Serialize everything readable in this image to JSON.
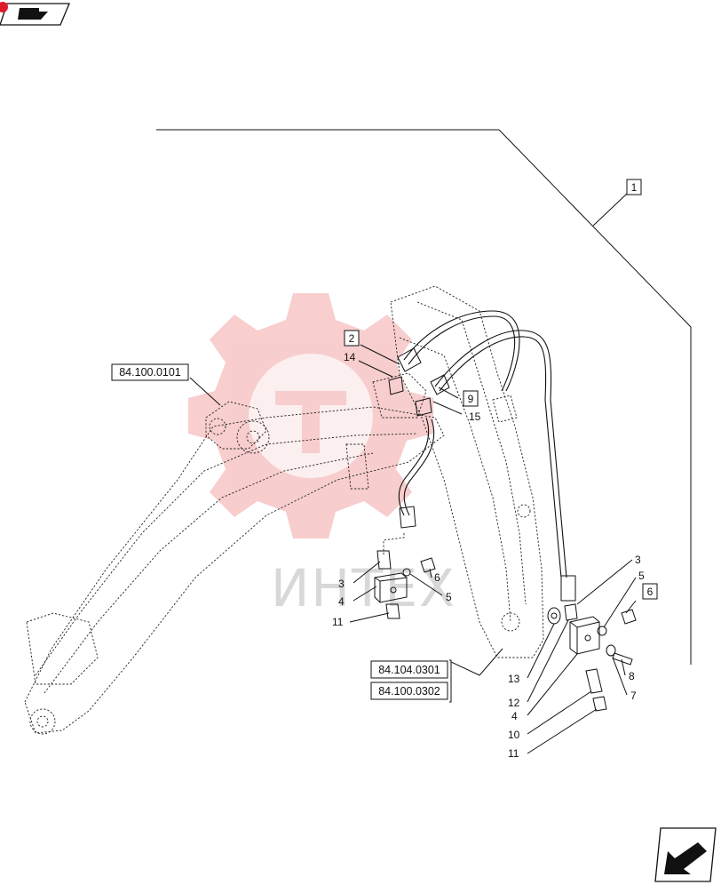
{
  "nav": {
    "top_icon": "book-arrow-icon",
    "bottom_icon": "next-page-arrow-icon"
  },
  "watermark": {
    "text": "ИНТЕХ",
    "color": "#f2a6a6"
  },
  "refs": {
    "r1": "84.100.0101",
    "r2": "84.104.0301",
    "r3": "84.100.0302"
  },
  "boxed": {
    "b1": "1",
    "b2": "2",
    "b9": "9",
    "b6": "6"
  },
  "callouts": {
    "c14": "14",
    "c15": "15",
    "c3a": "3",
    "c4a": "4",
    "c11a": "11",
    "c6a": "6",
    "c5a": "5",
    "c3b": "3",
    "c5b": "5",
    "c13": "13",
    "c12": "12",
    "c8": "8",
    "c7": "7",
    "c4b": "4",
    "c10": "10",
    "c11b": "11"
  }
}
